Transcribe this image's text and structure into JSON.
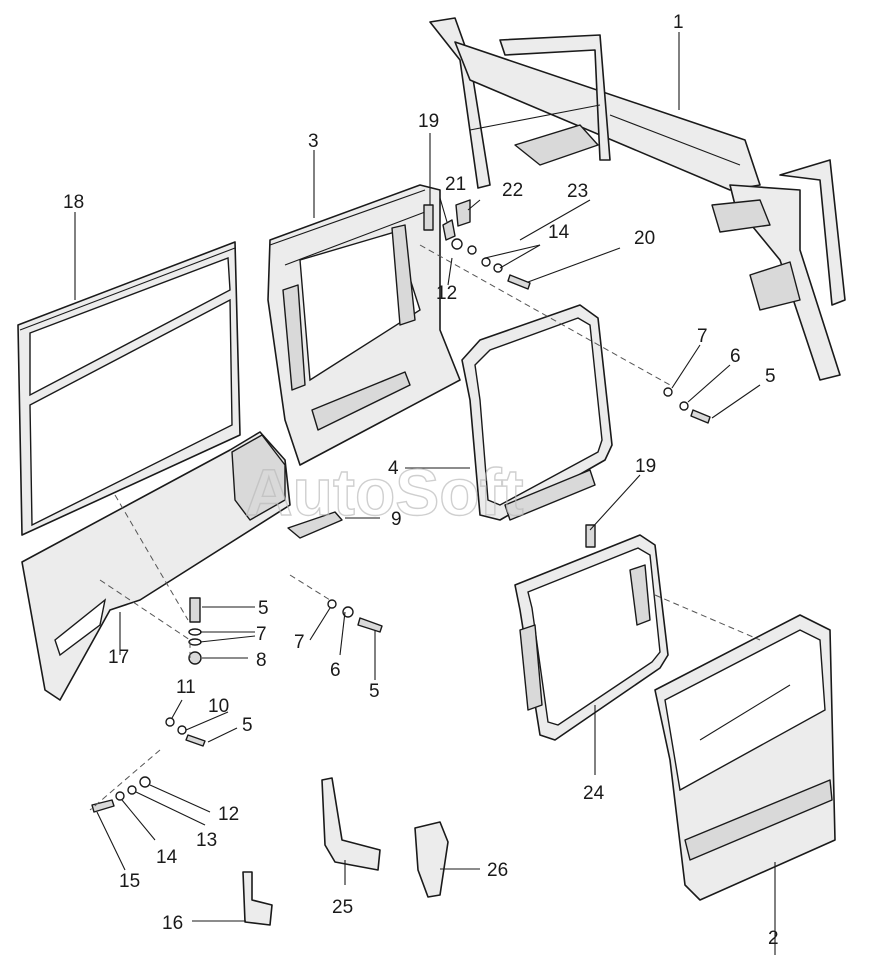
{
  "watermark": "AutoSoft",
  "callouts": [
    {
      "id": "c1",
      "text": "1"
    },
    {
      "id": "c2",
      "text": "2"
    },
    {
      "id": "c3",
      "text": "3"
    },
    {
      "id": "c4",
      "text": "4"
    },
    {
      "id": "c5a",
      "text": "5"
    },
    {
      "id": "c5b",
      "text": "5"
    },
    {
      "id": "c5c",
      "text": "5"
    },
    {
      "id": "c5d",
      "text": "5"
    },
    {
      "id": "c6a",
      "text": "6"
    },
    {
      "id": "c6b",
      "text": "6"
    },
    {
      "id": "c7a",
      "text": "7"
    },
    {
      "id": "c7b",
      "text": "7"
    },
    {
      "id": "c7c",
      "text": "7"
    },
    {
      "id": "c8",
      "text": "8"
    },
    {
      "id": "c9",
      "text": "9"
    },
    {
      "id": "c10",
      "text": "10"
    },
    {
      "id": "c11",
      "text": "11"
    },
    {
      "id": "c12a",
      "text": "12"
    },
    {
      "id": "c12b",
      "text": "12"
    },
    {
      "id": "c13",
      "text": "13"
    },
    {
      "id": "c14a",
      "text": "14"
    },
    {
      "id": "c14b",
      "text": "14"
    },
    {
      "id": "c15",
      "text": "15"
    },
    {
      "id": "c16",
      "text": "16"
    },
    {
      "id": "c17",
      "text": "17"
    },
    {
      "id": "c18",
      "text": "18"
    },
    {
      "id": "c19a",
      "text": "19"
    },
    {
      "id": "c19b",
      "text": "19"
    },
    {
      "id": "c20",
      "text": "20"
    },
    {
      "id": "c21",
      "text": "21"
    },
    {
      "id": "c22",
      "text": "22"
    },
    {
      "id": "c23",
      "text": "23"
    },
    {
      "id": "c24",
      "text": "24"
    },
    {
      "id": "c25",
      "text": "25"
    },
    {
      "id": "c26",
      "text": "26"
    }
  ]
}
